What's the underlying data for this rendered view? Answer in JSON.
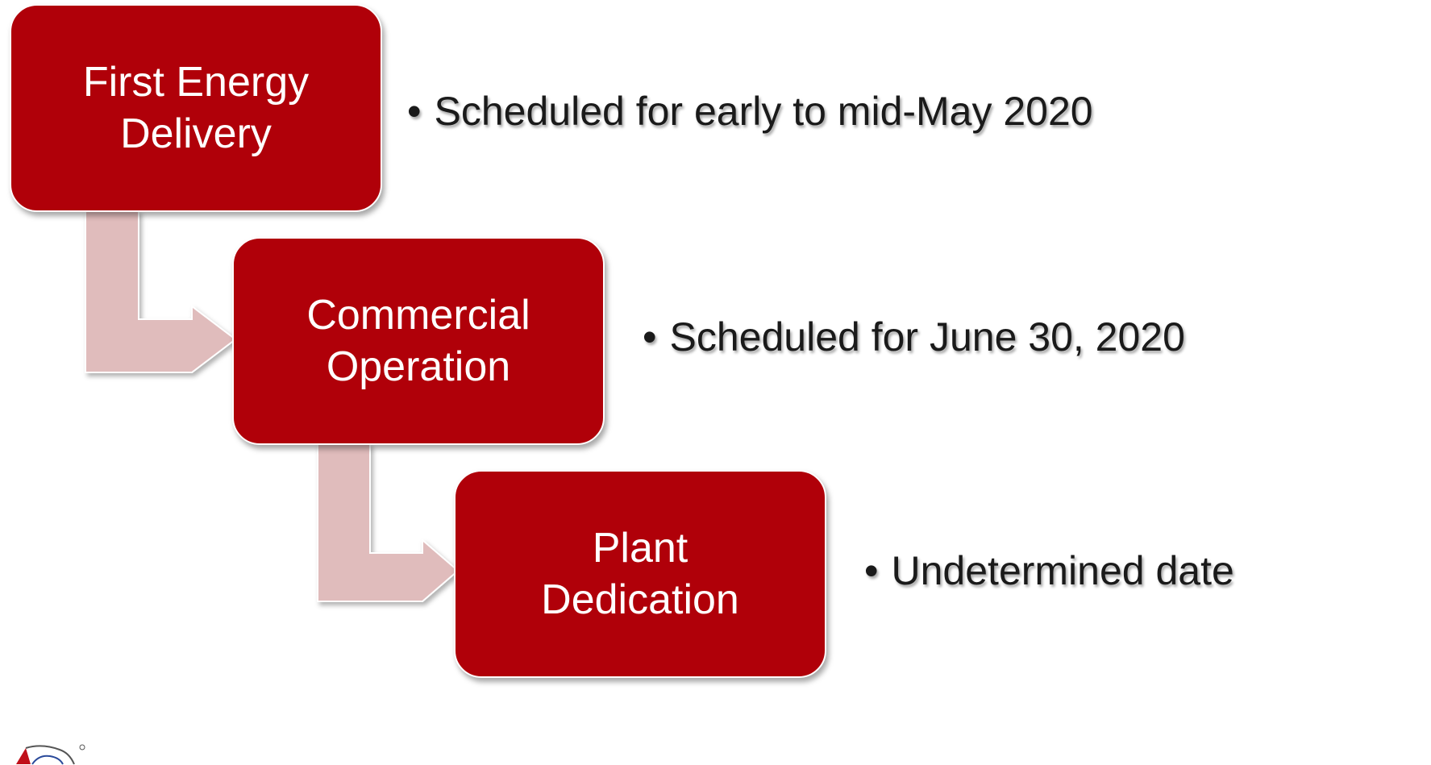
{
  "steps": [
    {
      "label": "First Energy\nDelivery",
      "note": "Scheduled for early to mid-May 2020"
    },
    {
      "label": "Commercial\nOperation",
      "note": "Scheduled for June 30, 2020"
    },
    {
      "label": "Plant\nDedication",
      "note": "Undetermined date"
    }
  ],
  "bullet_char": "•",
  "colors": {
    "box_fill": "#b00009",
    "connector_fill": "#e0bcbc",
    "note_text": "#1a1a1a"
  },
  "icons": {
    "logo": "organization-logo"
  }
}
